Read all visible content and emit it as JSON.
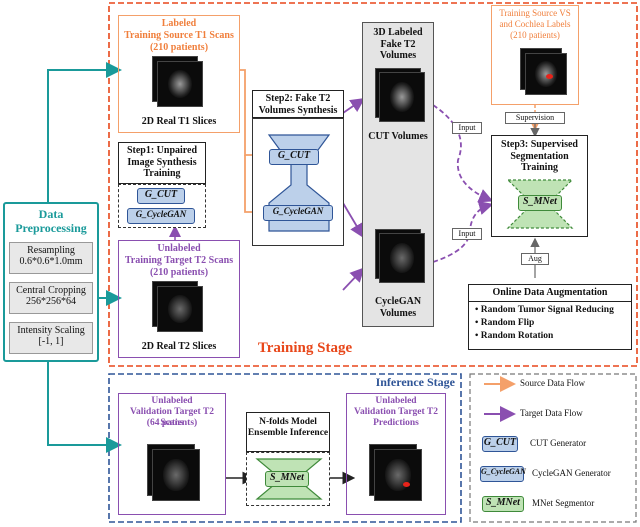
{
  "preprocessing": {
    "title": "Data Preprocessing",
    "steps": [
      {
        "label": "Resampling 0.6*0.6*1.0mm"
      },
      {
        "label": "Central Cropping 256*256*64"
      },
      {
        "label": "Intensity Scaling [-1, 1]"
      }
    ]
  },
  "training": {
    "stage_label": "Training Stage",
    "labeled_t1": {
      "line1": "Labeled",
      "line2": "Training Source T1 Scans",
      "line3": "(210 patients)",
      "caption": "2D Real T1 Slices"
    },
    "unlabeled_t2": {
      "line1": "Unlabeled",
      "line2": "Training Target T2 Scans",
      "line3": "(210 patients)",
      "caption": "2D Real T2 Slices"
    },
    "step1": {
      "title": "Step1: Unpaired Image Synthesis Training",
      "net1": "G_CUT",
      "net2": "G_CycleGAN"
    },
    "step2": {
      "title": "Step2: Fake T2 Volumes Synthesis",
      "net1": "G_CUT",
      "net2": "G_CycleGAN"
    },
    "fake_volumes": {
      "title": "3D Labeled Fake T2 Volumes",
      "cut_label": "CUT Volumes",
      "cyclegan_label": "CycleGAN Volumes"
    },
    "labels": {
      "line1": "Training Source VS",
      "line2": "and Cochlea Labels",
      "line3": "(210 patients)"
    },
    "supervision": "Supervision",
    "input1": "Input",
    "input2": "Input",
    "aug": "Aug",
    "step3": {
      "title": "Step3: Supervised Segmentation Training",
      "net": "S_MNet"
    },
    "augmentation": {
      "title": "Online Data Augmentation",
      "items": [
        "Random Tumor Signal Reducing",
        "Random Flip",
        "Random Rotation"
      ]
    }
  },
  "inference": {
    "stage_label": "Inference Stage",
    "validation_scans": {
      "line1": "Unlabeled",
      "line2": "Validation Target T2 Scans",
      "line3": "(64 patients)"
    },
    "ensemble": {
      "title": "N-folds Model Ensemble Inference",
      "net": "S_MNet"
    },
    "predictions": {
      "line1": "Unlabeled",
      "line2": "Validation Target T2",
      "line3": "Predictions"
    }
  },
  "legend": {
    "items": [
      {
        "label": "Source Data Flow"
      },
      {
        "label": "Target Data Flow"
      },
      {
        "label": "CUT Generator",
        "sym": "G_CUT"
      },
      {
        "label": "CycleGAN Generator",
        "sym": "G_CycleGAN"
      },
      {
        "label": "MNet Segmentor",
        "sym": "S_MNet"
      }
    ]
  },
  "colors": {
    "source": "#f4a06a",
    "target": "#8a4fb0",
    "training_border": "#e8471a",
    "inference_border": "#2f5597",
    "preproc": "#1a9a9a"
  }
}
